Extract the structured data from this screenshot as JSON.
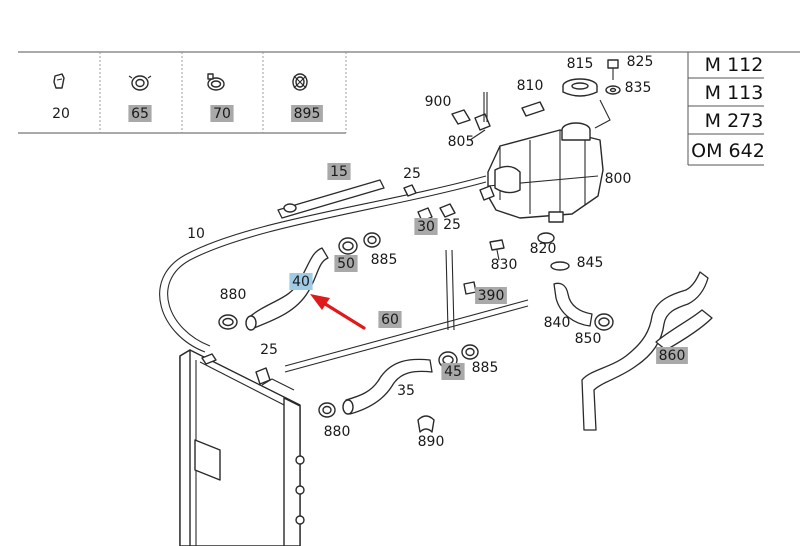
{
  "legend_parts": [
    {
      "number": "20",
      "highlight": false,
      "icon": "clip-icon"
    },
    {
      "number": "65",
      "highlight": true,
      "icon": "clamp-icon"
    },
    {
      "number": "70",
      "highlight": true,
      "icon": "hose-clamp-icon"
    },
    {
      "number": "895",
      "highlight": true,
      "icon": "spring-clamp-icon"
    }
  ],
  "engines": [
    "M 112",
    "M 113",
    "M 273",
    "OM 642"
  ],
  "callouts": [
    {
      "id": "c815",
      "text": "815",
      "highlight": false
    },
    {
      "id": "c825",
      "text": "825",
      "highlight": false
    },
    {
      "id": "c810",
      "text": "810",
      "highlight": false
    },
    {
      "id": "c835",
      "text": "835",
      "highlight": false
    },
    {
      "id": "c900",
      "text": "900",
      "highlight": false
    },
    {
      "id": "c805",
      "text": "805",
      "highlight": false
    },
    {
      "id": "c800",
      "text": "800",
      "highlight": false
    },
    {
      "id": "c15",
      "text": "15",
      "highlight": true
    },
    {
      "id": "c25a",
      "text": "25",
      "highlight": false
    },
    {
      "id": "c10",
      "text": "10",
      "highlight": false
    },
    {
      "id": "c30",
      "text": "30",
      "highlight": true
    },
    {
      "id": "c25b",
      "text": "25",
      "highlight": false
    },
    {
      "id": "c830",
      "text": "830",
      "highlight": false
    },
    {
      "id": "c820",
      "text": "820",
      "highlight": false
    },
    {
      "id": "c845",
      "text": "845",
      "highlight": false
    },
    {
      "id": "c50",
      "text": "50",
      "highlight": true
    },
    {
      "id": "c885a",
      "text": "885",
      "highlight": false
    },
    {
      "id": "c40",
      "text": "40",
      "highlight": true,
      "selected": true
    },
    {
      "id": "c880a",
      "text": "880",
      "highlight": false
    },
    {
      "id": "c390",
      "text": "390",
      "highlight": true
    },
    {
      "id": "c60",
      "text": "60",
      "highlight": true
    },
    {
      "id": "c840",
      "text": "840",
      "highlight": false
    },
    {
      "id": "c850",
      "text": "850",
      "highlight": false
    },
    {
      "id": "c860",
      "text": "860",
      "highlight": true
    },
    {
      "id": "c25c",
      "text": "25",
      "highlight": false
    },
    {
      "id": "c45",
      "text": "45",
      "highlight": true
    },
    {
      "id": "c885b",
      "text": "885",
      "highlight": false
    },
    {
      "id": "c35",
      "text": "35",
      "highlight": false
    },
    {
      "id": "c880b",
      "text": "880",
      "highlight": false
    },
    {
      "id": "c890",
      "text": "890",
      "highlight": false
    }
  ],
  "colors": {
    "highlight": "#a9a9a9",
    "selected": "#9fcbe6",
    "arrow": "#e0191b",
    "stroke": "#2a2a2a"
  }
}
